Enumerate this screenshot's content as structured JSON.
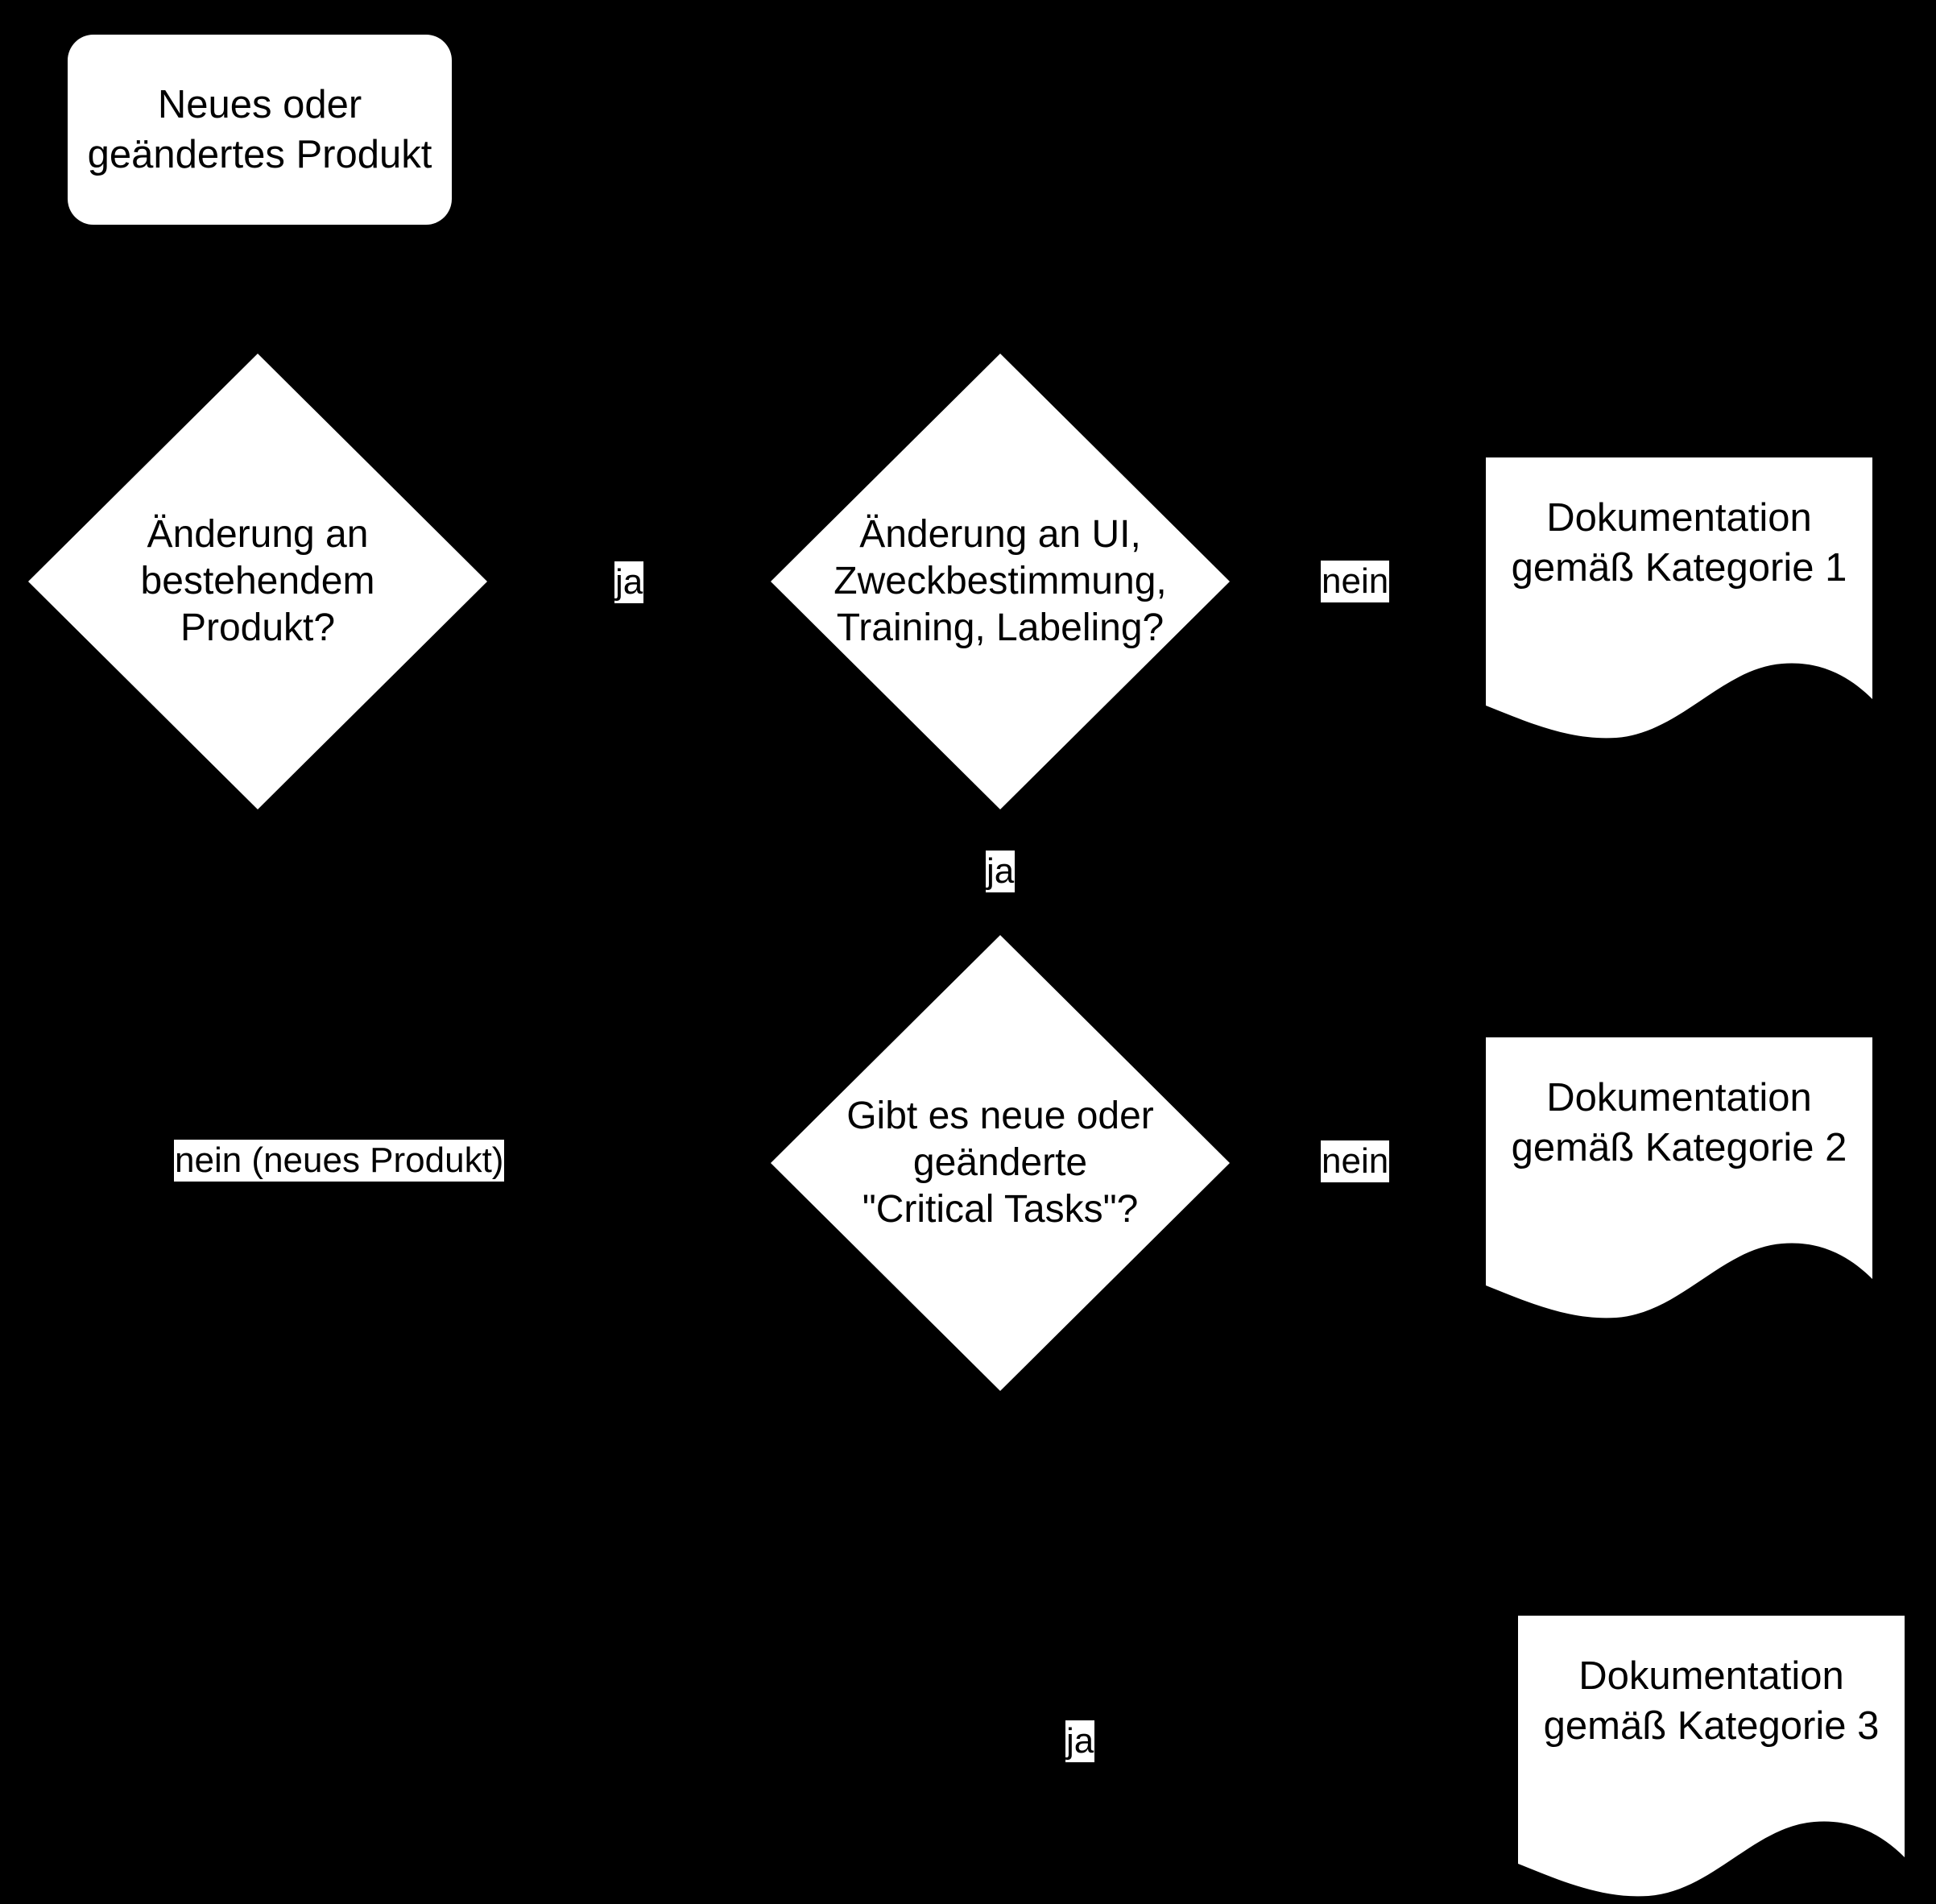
{
  "colors": {
    "background": "#000000",
    "shape_fill": "#ffffff",
    "text": "#000000"
  },
  "nodes": {
    "start": {
      "type": "terminator",
      "lines": [
        "Neues oder",
        "geändertes Produkt"
      ]
    },
    "decision_existing_product": {
      "type": "decision",
      "lines": [
        "Änderung an",
        "bestehendem",
        "Produkt?"
      ]
    },
    "decision_ui_change": {
      "type": "decision",
      "lines": [
        "Änderung an UI,",
        "Zweckbestimmung,",
        "Training, Labeling?"
      ]
    },
    "decision_critical_tasks": {
      "type": "decision",
      "lines": [
        "Gibt es neue oder",
        "geänderte",
        "\"Critical Tasks\"?"
      ]
    },
    "document_category_1": {
      "type": "document",
      "lines": [
        "Dokumentation",
        "gemäß Kategorie 1"
      ]
    },
    "document_category_2": {
      "type": "document",
      "lines": [
        "Dokumentation",
        "gemäß Kategorie 2"
      ]
    },
    "document_category_3": {
      "type": "document",
      "lines": [
        "Dokumentation",
        "gemäß Kategorie 3"
      ]
    }
  },
  "edge_labels": {
    "ja_1": "ja",
    "nein_1": "nein",
    "ja_2": "ja",
    "nein_neues_produkt": "nein (neues Produkt)",
    "nein_2": "nein",
    "ja_3": "ja"
  }
}
